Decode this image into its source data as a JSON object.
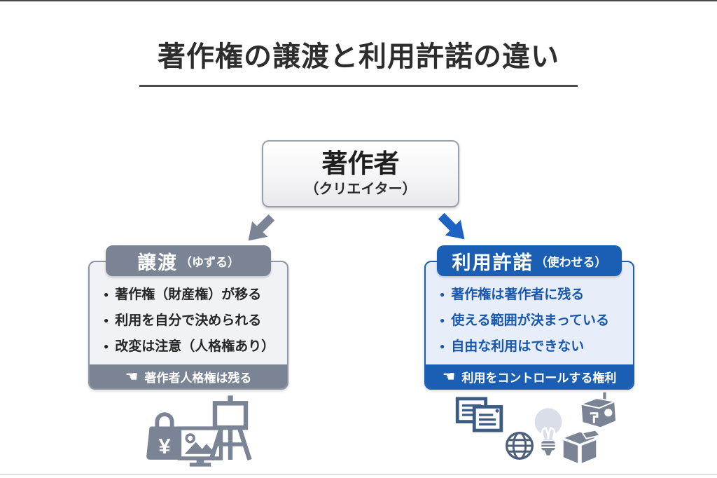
{
  "title": "著作権の譲渡と利用許諾の違い",
  "author_box": {
    "name": "著作者",
    "subtitle": "（クリエイター）"
  },
  "cards": {
    "transfer": {
      "header": "譲渡",
      "header_note": "（ゆずる）",
      "bullets": [
        "著作権（財産権）が移る",
        "利用を自分で決められる",
        "改変は注意（人格権あり）"
      ],
      "footer_icon": "☚",
      "footer": "著作者人格権は残る",
      "accent_color": "#7b8494",
      "body_color": "#f1f2f5"
    },
    "license": {
      "header": "利用許諾",
      "header_note": "（使わせる）",
      "bullets": [
        "著作権は著作者に残る",
        "使える範囲が決まっている",
        "自由な利用はできない"
      ],
      "footer_icon": "☚",
      "footer": "利用をコントロールする権利",
      "accent_color": "#1b5fb5",
      "body_color": "#e7eefa"
    }
  },
  "arrows": {
    "left_color": "#7b8494",
    "right_color": "#1e63c1"
  },
  "icons": {
    "yen_symbol": "¥",
    "left_group": [
      "yen-shopping-bag-icon",
      "picture-frame-icon",
      "easel-icon"
    ],
    "right_group": [
      "documents-icon",
      "globe-icon",
      "lightbulb-icon",
      "robot-head-icon",
      "package-box-icon"
    ]
  },
  "colors": {
    "title_text": "#2d2d2d",
    "transfer_gray": "#7b8494",
    "license_blue": "#1b5fb5",
    "license_text": "#1857ae",
    "background": "#ffffff"
  }
}
